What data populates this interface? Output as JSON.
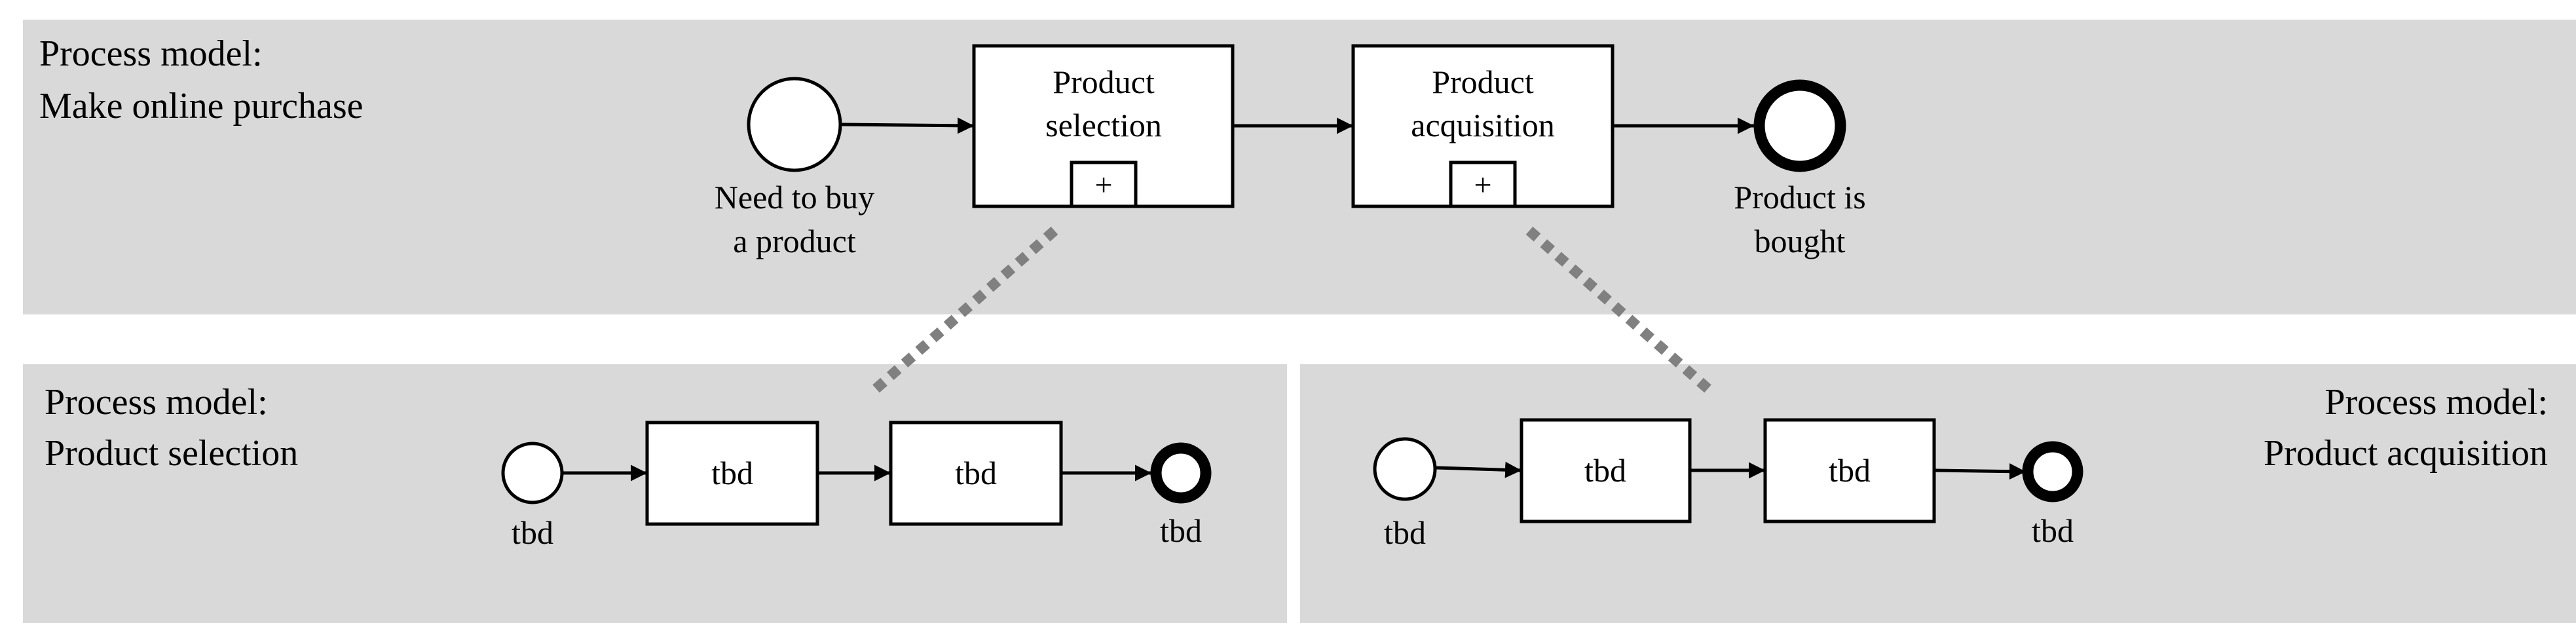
{
  "top_model": {
    "title_line1": "Process model:",
    "title_line2": "Make online purchase",
    "start_event": {
      "line1": "Need to buy",
      "line2": "a product"
    },
    "task_selection": {
      "line1": "Product",
      "line2": "selection",
      "marker": "+"
    },
    "task_acquisition": {
      "line1": "Product",
      "line2": "acquisition",
      "marker": "+"
    },
    "end_event": {
      "line1": "Product is",
      "line2": "bought"
    }
  },
  "selection_model": {
    "title_line1": "Process model:",
    "title_line2": "Product selection",
    "start_label": "tbd",
    "task1": "tbd",
    "task2": "tbd",
    "end_label": "tbd"
  },
  "acquisition_model": {
    "title_line1": "Process model:",
    "title_line2": "Product acquisition",
    "start_label": "tbd",
    "task1": "tbd",
    "task2": "tbd",
    "end_label": "tbd"
  },
  "colors": {
    "panel": "#d9d9d9",
    "connector": "#808080",
    "stroke": "#000000"
  }
}
